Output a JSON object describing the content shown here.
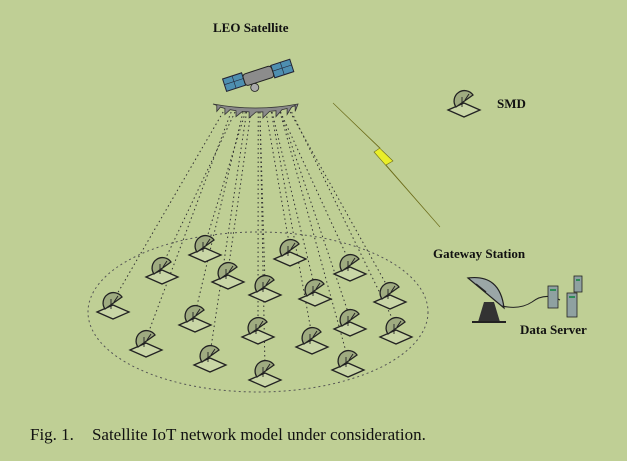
{
  "labels": {
    "satellite": "LEO Satellite",
    "smd": "SMD",
    "gateway": "Gateway Station",
    "server": "Data Server"
  },
  "caption": {
    "number": "Fig. 1.",
    "text": "Satellite IoT network model under consideration."
  },
  "colors": {
    "background": "#bfcf95",
    "link_bolt": "#e9ee2a",
    "device": "#2b2b2b"
  },
  "icons": {
    "satellite": "satellite-icon",
    "device": "smd-terminal-icon",
    "gateway": "gateway-dish-icon",
    "server": "server-rack-icon"
  },
  "device_count": 20
}
